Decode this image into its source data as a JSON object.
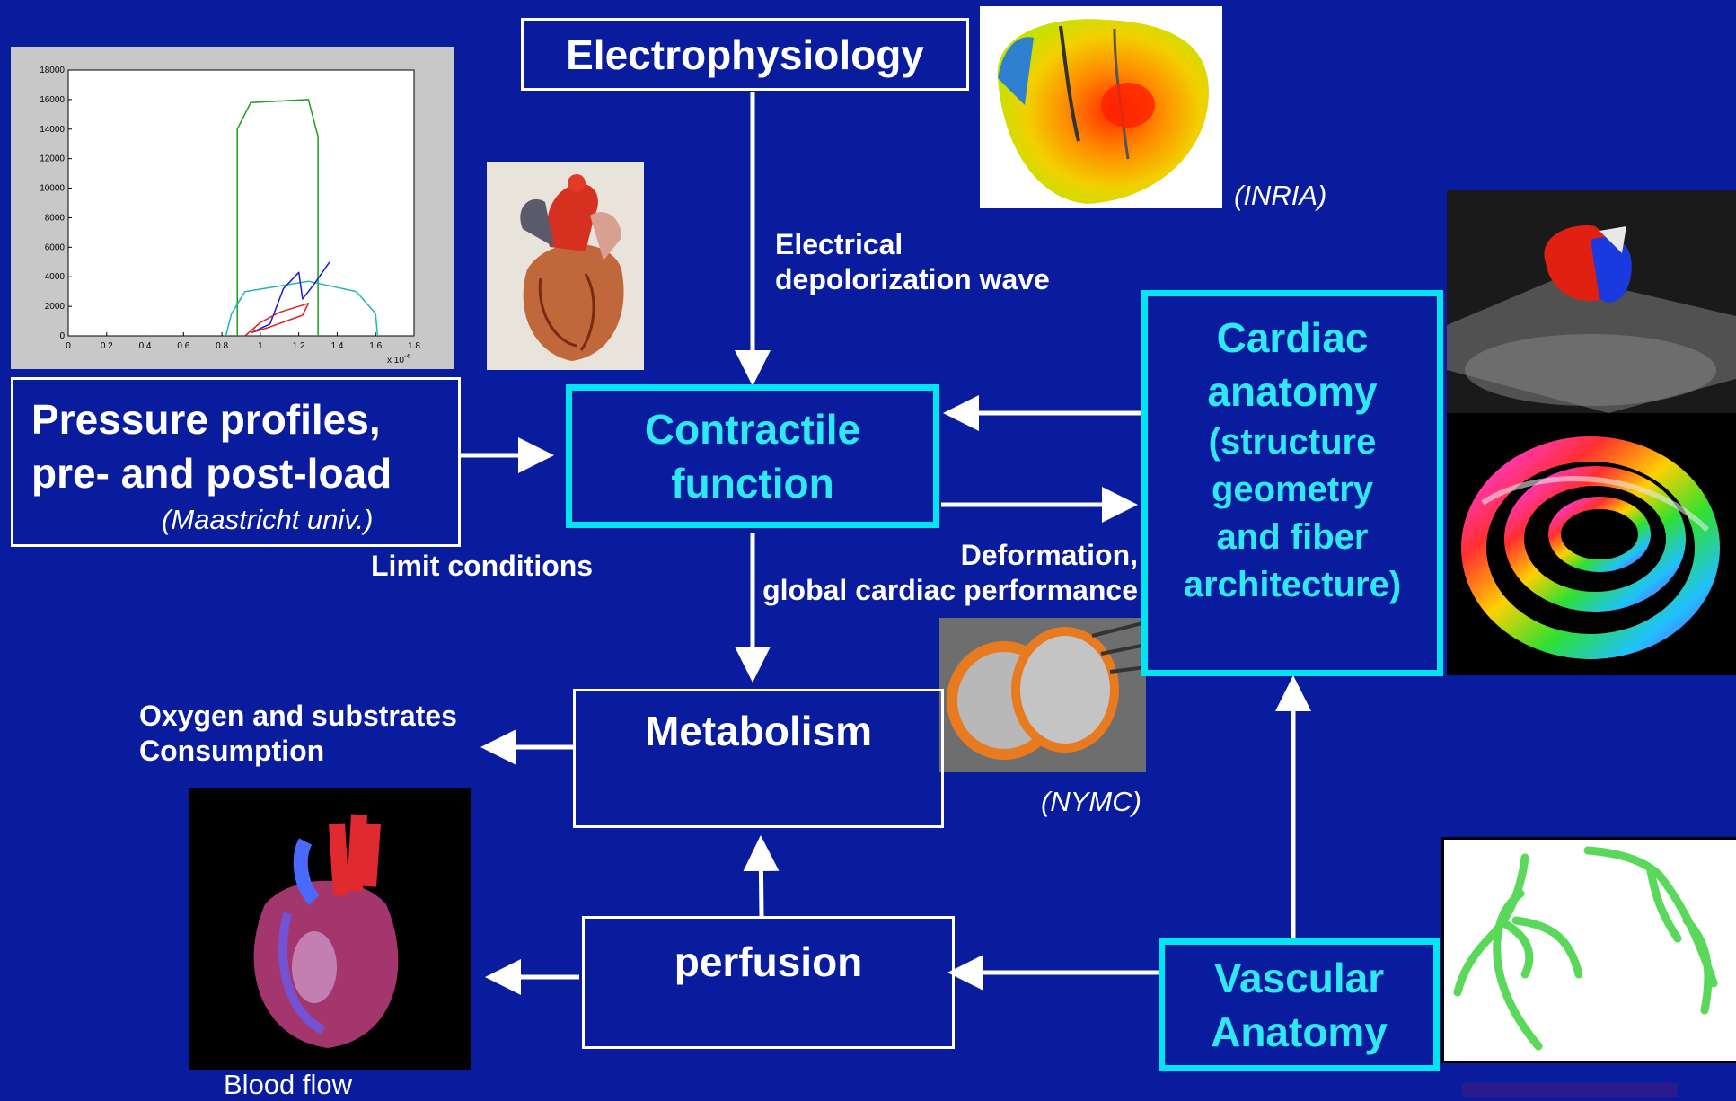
{
  "boxes": {
    "electrophysiology": "Electrophysiology",
    "pressure": [
      "Pressure profiles,",
      "pre- and post-load"
    ],
    "pressure_credit": "(Maastricht univ.)",
    "contractile": [
      "Contractile",
      "function"
    ],
    "cardiac": [
      "Cardiac",
      "anatomy",
      "(structure",
      "geometry",
      "and fiber",
      "architecture)"
    ],
    "metabolism": "Metabolism",
    "perfusion": "perfusion",
    "vascular": [
      "Vascular",
      "Anatomy"
    ]
  },
  "labels": {
    "electrical": [
      "Electrical",
      "depolorization wave"
    ],
    "limit": "Limit conditions",
    "deformation": [
      "Deformation,",
      "global cardiac performance"
    ],
    "oxygen": [
      "Oxygen and substrates",
      "Consumption"
    ],
    "blood_flow": "Blood flow"
  },
  "credits": {
    "inria": "(INRIA)",
    "nymc": "(NYMC)"
  },
  "chart_data": {
    "type": "line",
    "xticks": [
      "0",
      "0.2",
      "0.4",
      "0.6",
      "0.8",
      "1",
      "1.2",
      "1.4",
      "1.6",
      "1.8"
    ],
    "yticks": [
      "0",
      "2000",
      "4000",
      "6000",
      "8000",
      "10000",
      "12000",
      "14000",
      "16000",
      "18000"
    ],
    "x_multiplier": "x 10",
    "x_multiplier_exp": "-4",
    "xlim": [
      0,
      1.8
    ],
    "ylim": [
      0,
      18000
    ],
    "series": [
      {
        "color": "#1a9e1a",
        "x": [
          0.88,
          0.88,
          0.95,
          1.25,
          1.3,
          1.3
        ],
        "y": [
          0,
          14000,
          15800,
          16000,
          13500,
          0
        ]
      },
      {
        "color": "#22b5b5",
        "x": [
          0.82,
          0.85,
          0.92,
          1.25,
          1.5,
          1.6,
          1.61
        ],
        "y": [
          0,
          1500,
          3000,
          3700,
          3000,
          1500,
          0
        ]
      },
      {
        "color": "#1a1ad0",
        "x": [
          0.95,
          1.05,
          1.12,
          1.2,
          1.22,
          1.28,
          1.36
        ],
        "y": [
          200,
          800,
          3200,
          4300,
          2500,
          3500,
          5000
        ]
      },
      {
        "color": "#dd2020",
        "x": [
          0.92,
          1.0,
          1.1,
          1.25,
          1.22,
          1.05,
          0.95
        ],
        "y": [
          0,
          900,
          1600,
          2200,
          1400,
          600,
          200
        ]
      }
    ]
  },
  "colors": {
    "background": "#0a1c9e",
    "cyan_box": "#00e5f2",
    "cyan_text": "#2ee8f4",
    "white": "#ffffff"
  }
}
